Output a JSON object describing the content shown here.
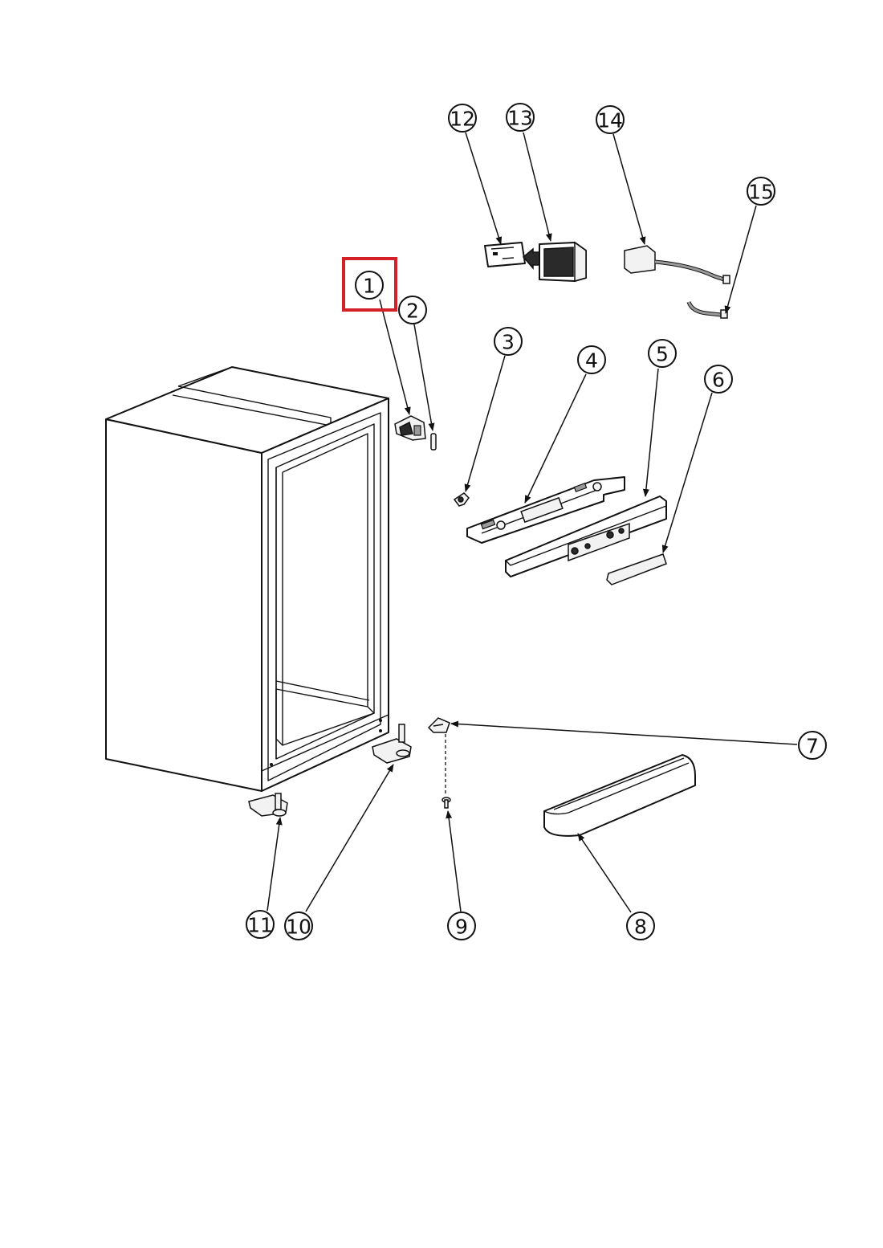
{
  "highlight_color": "#d42128",
  "callouts": {
    "c1": "1",
    "c2": "2",
    "c3": "3",
    "c4": "4",
    "c5": "5",
    "c6": "6",
    "c7": "7",
    "c8": "8",
    "c9": "9",
    "c10": "10",
    "c11": "11",
    "c12": "12",
    "c13": "13",
    "c14": "14",
    "c15": "15"
  },
  "highlighted_callout": "1"
}
